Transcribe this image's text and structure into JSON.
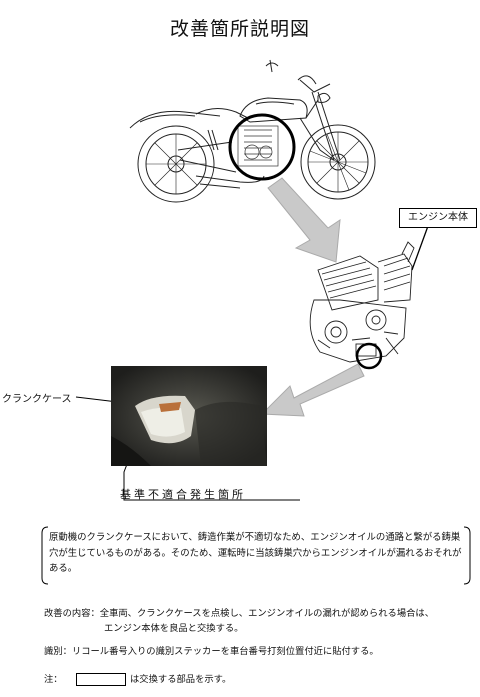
{
  "page": {
    "title": "改善箇所説明図",
    "label_engine": "エンジン本体",
    "label_crankcase": "クランクケース",
    "label_defect": "基準不適合発生箇所",
    "explanation": "原動機のクランクケースにおいて、鋳造作業が不適切なため、エンジンオイルの通路と繋がる鋳巣穴が生じているものがある。そのため、運転時に当該鋳巣穴からエンジンオイルが漏れるおそれがある。",
    "remedy_line1": "改善の内容：全車両、クランクケースを点検し、エンジンオイルの漏れが認められる場合は、",
    "remedy_line2": "エンジン本体を良品と交換する。",
    "identification": "識別：リコール番号入りの識別ステッカーを車台番号打刻位置付近に貼付する。",
    "note_label": "注：",
    "note_text": "は交換する部品を示す。"
  }
}
